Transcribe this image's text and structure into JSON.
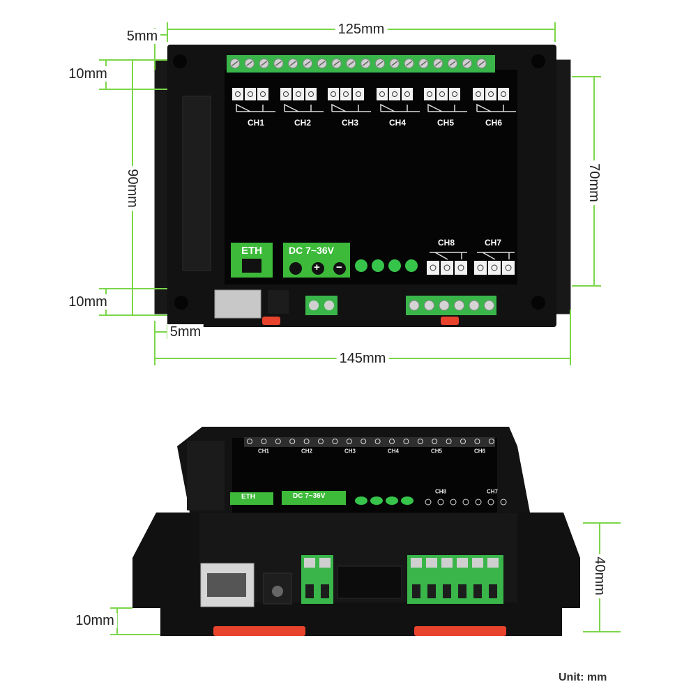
{
  "dimensions": {
    "top_width": "125mm",
    "bottom_width": "145mm",
    "top_margin_left": "5mm",
    "bottom_margin_left": "5mm",
    "top_band": "10mm",
    "bottom_band": "10mm",
    "height_total": "90mm",
    "height_inner": "70mm",
    "side_bottom_band": "10mm",
    "side_height": "40mm"
  },
  "channels_top": [
    "CH1",
    "CH2",
    "CH3",
    "CH4",
    "CH5",
    "CH6"
  ],
  "channels_bottom": [
    "CH8",
    "CH7"
  ],
  "eth_label": "ETH",
  "power_label": "DC 7~36V",
  "power_plus": "+",
  "power_minus": "−",
  "unit_label": "Unit: mm",
  "colors": {
    "dimension_line": "#7bd64a",
    "enclosure": "#141414",
    "panel": "#050505",
    "terminal": "#39b54a",
    "label_green": "#3dba3a",
    "led": "#37c44a",
    "din_clip": "#e8432d"
  }
}
